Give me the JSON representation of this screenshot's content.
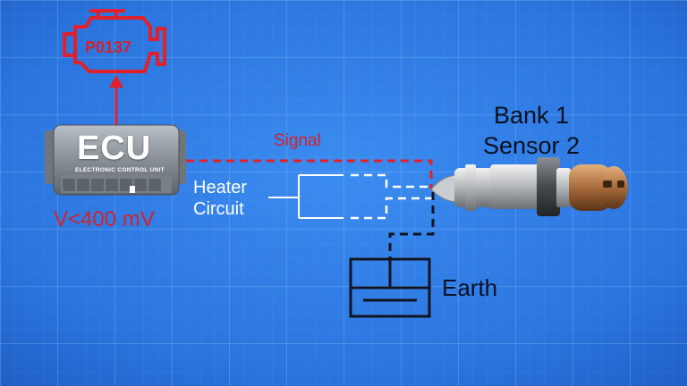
{
  "diagram": {
    "fault_code": "P0137",
    "ecu": {
      "title": "ECU",
      "subtitle": "ELECTRONIC CONTROL UNIT",
      "voltage": "V<400 mV"
    },
    "signal_label": "Signal",
    "heater_label": "Heater\nCircuit",
    "sensor_label": "Bank 1\nSensor 2",
    "earth_label": "Earth"
  },
  "colors": {
    "background": "#2f7fe6",
    "grid": "#9cc6ff",
    "signal_wire": "#e0202a",
    "heater_wire": "#ffffff",
    "ground_wire": "#101522",
    "accent_red": "#d2232a"
  },
  "icons": {
    "engine": "check-engine-icon",
    "ecu": "ecu-module-icon",
    "sensor": "oxygen-sensor-icon",
    "ground": "ground-symbol-icon"
  }
}
